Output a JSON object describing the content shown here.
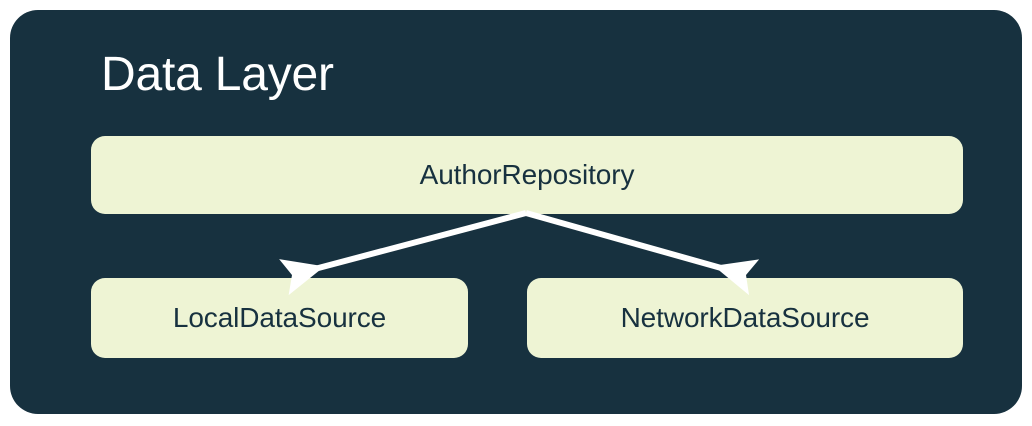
{
  "panel": {
    "title": "Data Layer",
    "background_color": "#17313f",
    "title_color": "#ffffff"
  },
  "theme": {
    "panel_background": "#17313f",
    "node_fill": "#eef4d4",
    "node_text": "#17313f",
    "arrow_color": "#ffffff",
    "page_background": "#ffffff"
  },
  "nodes": [
    {
      "id": "repository",
      "label": "AuthorRepository"
    },
    {
      "id": "local",
      "label": "LocalDataSource"
    },
    {
      "id": "network",
      "label": "NetworkDataSource"
    }
  ],
  "edges": [
    {
      "from": "repository",
      "to": "local",
      "style": "solid-arrow"
    },
    {
      "from": "repository",
      "to": "network",
      "style": "solid-arrow"
    }
  ]
}
